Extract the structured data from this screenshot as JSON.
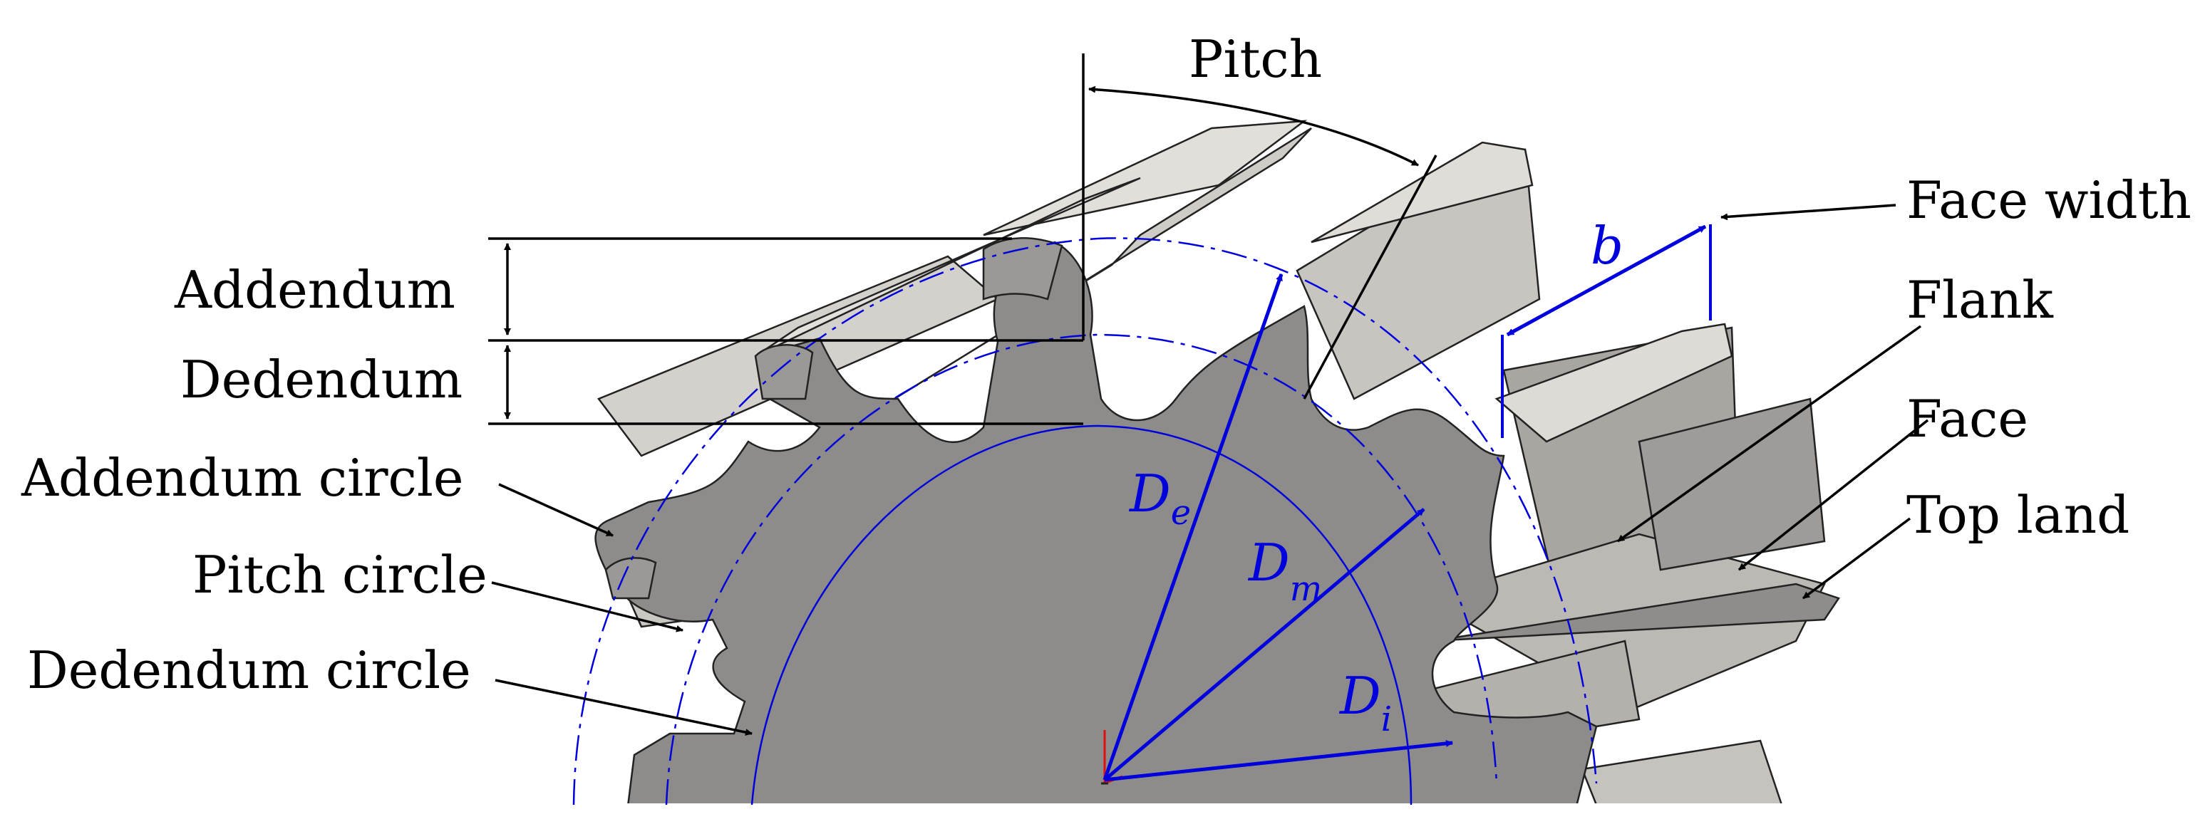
{
  "labels": {
    "pitch": "Pitch",
    "addendum": "Addendum",
    "dedendum": "Dedendum",
    "addendum_circle": "Addendum circle",
    "pitch_circle": "Pitch circle",
    "dedendum_circle": "Dedendum circle",
    "face_width": "Face width",
    "flank": "Flank",
    "face": "Face",
    "top_land": "Top land"
  },
  "dimension_symbols": {
    "b": "b",
    "de_main": "D",
    "de_sub": "e",
    "dm_main": "D",
    "dm_sub": "m",
    "di_main": "D",
    "di_sub": "i"
  },
  "colors": {
    "dimension_blue": "#0000dd",
    "gear_face": "#8e8c8a",
    "gear_light": "#d6d3cf",
    "gear_mid": "#b9b6b2",
    "gear_dark": "#6f6d6b",
    "line_black": "#000000"
  }
}
